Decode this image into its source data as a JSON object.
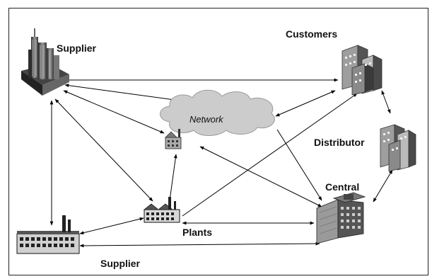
{
  "labels": {
    "supplier_top": "Supplier",
    "customers": "Customers",
    "network": "Network",
    "distributor": "Distributor",
    "central": "Central",
    "plants": "Plants",
    "supplier_bottom": "Supplier"
  },
  "colors": {
    "frame": "#222222",
    "cloud": "#c8c8c8",
    "building_dark": "#555555",
    "building_light": "#a8a8a8",
    "arrow": "#000000"
  },
  "icons": [
    "skyscraper-icon",
    "office-buildings-icon",
    "cloud-icon",
    "small-factory-icon",
    "office-tower-icon",
    "factory-icon",
    "plant-building-icon"
  ]
}
